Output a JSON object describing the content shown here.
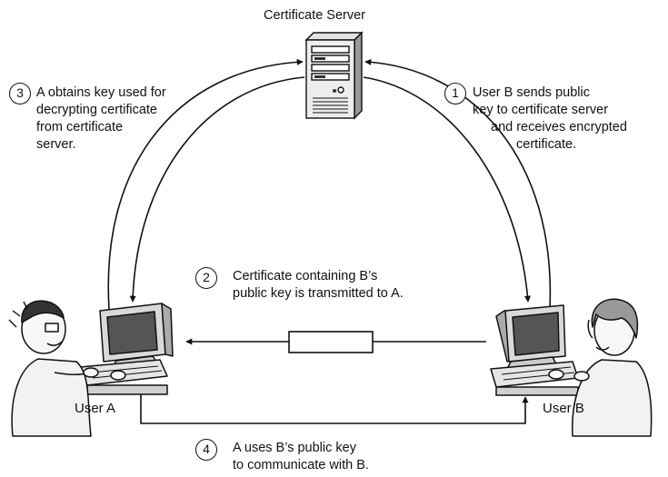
{
  "title": "Certificate Server",
  "steps": [
    {
      "num": "1",
      "lines": [
        "User B sends public",
        "key to certificate server",
        "and receives encrypted",
        "certificate."
      ]
    },
    {
      "num": "2",
      "lines": [
        "Certificate containing B’s",
        "public key is transmitted to A."
      ]
    },
    {
      "num": "3",
      "lines": [
        "A obtains key used for",
        "decrypting certificate",
        "from certificate",
        "server."
      ]
    },
    {
      "num": "4",
      "lines": [
        "A uses B’s public key",
        "to communicate with B."
      ]
    }
  ],
  "users": {
    "a": "User A",
    "b": "User B"
  },
  "icons": {
    "server": "server-tower-icon",
    "user_a": "user-at-computer-icon",
    "user_b": "user-at-computer-icon",
    "certificate": "certificate-envelope-icon"
  }
}
